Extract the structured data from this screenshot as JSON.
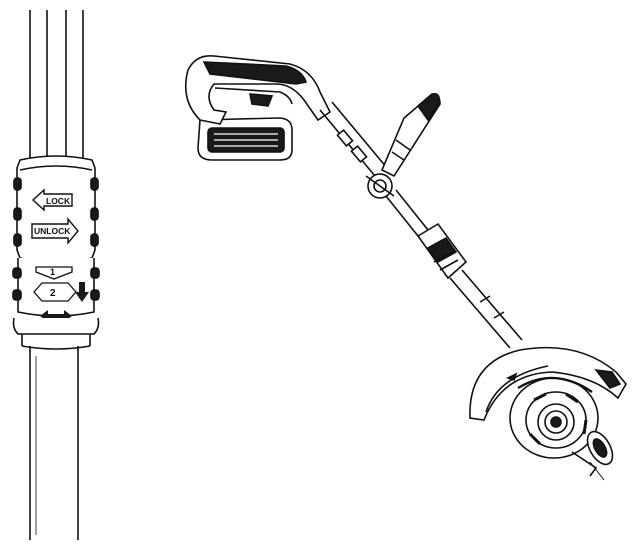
{
  "collar": {
    "lock_label": "LOCK",
    "unlock_label": "UNLOCK",
    "position_1": "1",
    "position_2": "2"
  },
  "colors": {
    "line": "#111111",
    "fill_dark": "#1a1a1a",
    "fill_mid": "#9a9a9a",
    "fill_light": "#ffffff"
  }
}
